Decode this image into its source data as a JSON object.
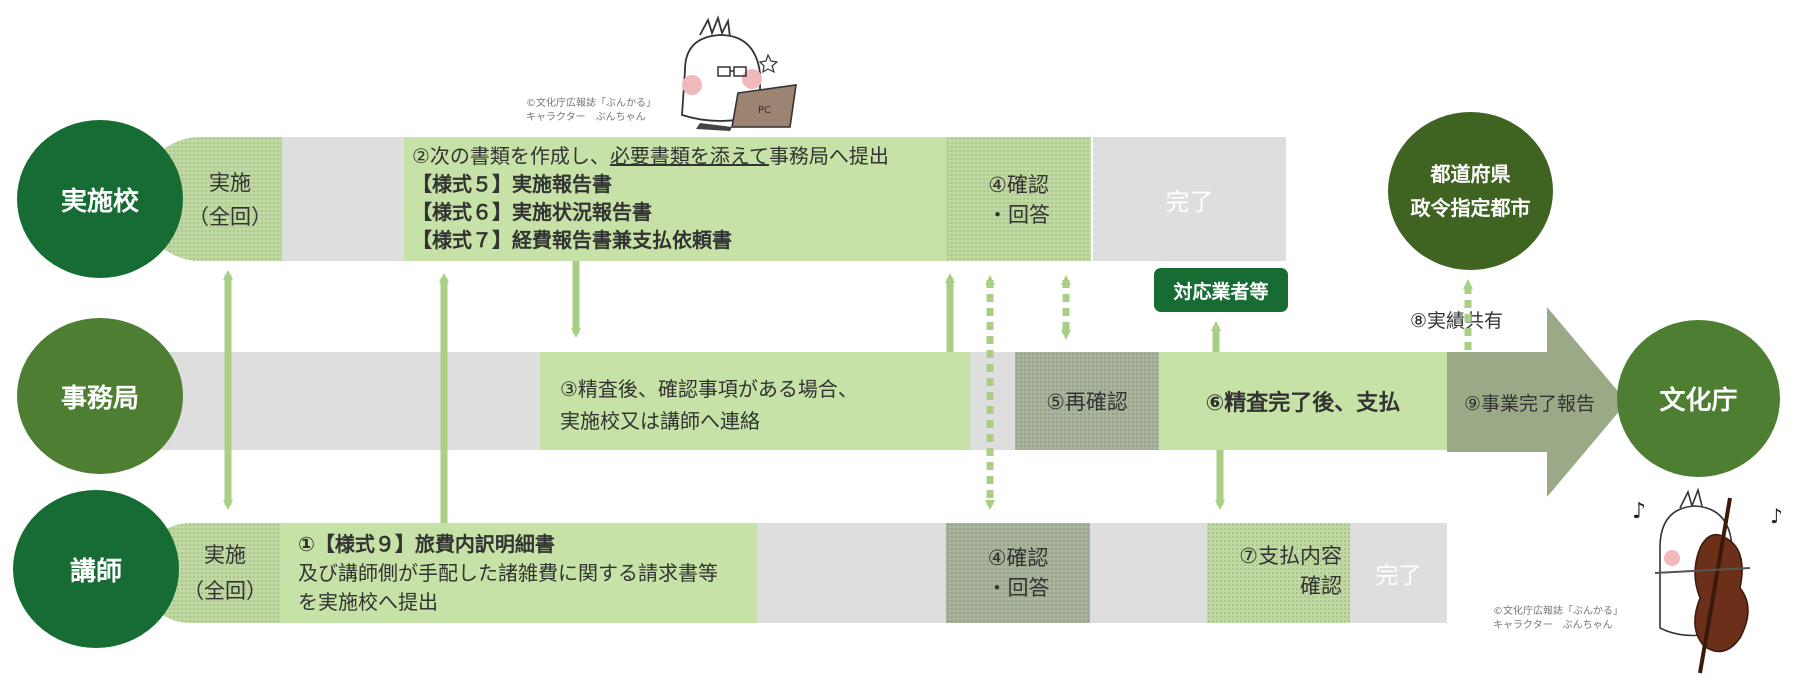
{
  "actors": {
    "school": "実施校",
    "office": "事務局",
    "lecturer": "講師",
    "agency": "文化庁",
    "prefecture_line1": "都道府県",
    "prefecture_line2": "政令指定都市"
  },
  "school_row": {
    "implement_line1": "実施",
    "implement_line2": "（全回）",
    "step2_prefix": "②次の書類を作成し、",
    "step2_underline": "必要書類を添えて",
    "step2_suffix": "事務局へ提出",
    "form5": "【様式５】実施報告書",
    "form6": "【様式６】実施状況報告書",
    "form7": "【様式７】経費報告書兼支払依頼書",
    "check_line1": "④確認",
    "check_line2": "・回答",
    "done": "完了"
  },
  "office_row": {
    "step3_line1": "③精査後、確認事項がある場合、",
    "step3_line2": "実施校又は講師へ連絡",
    "step5": "⑤再確認",
    "step6": "⑥精査完了後、支払",
    "step9": "⑨事業完了報告",
    "vendor": "対応業者等",
    "step8": "⑧実績共有"
  },
  "lecturer_row": {
    "implement_line1": "実施",
    "implement_line2": "（全回）",
    "step1_line1": "①【様式９】旅費内訳明細書",
    "step1_line2": "及び講師側が手配した諸雑費に関する請求書等",
    "step1_line3": "を実施校へ提出",
    "check_line1": "④確認",
    "check_line2": "・回答",
    "step7_line1": "⑦支払内容",
    "step7_line2": "確認",
    "done": "完了"
  },
  "credits": {
    "top_line1": "©文化庁広報誌「ぶんかる」",
    "top_line2": "キャラクター　ぶんちゃん",
    "bottom_line1": "©文化庁広報誌「ぶんかる」",
    "bottom_line2": "キャラクター　ぶんちゃん",
    "pc_label": "PC"
  },
  "colors": {
    "dark_green": "#166c33",
    "mid_green": "#4e7e31",
    "olive_green": "#3f6320",
    "light_green": "#c6e2a6",
    "gray": "#dedede",
    "arrow_gray": "#9aaa87"
  }
}
